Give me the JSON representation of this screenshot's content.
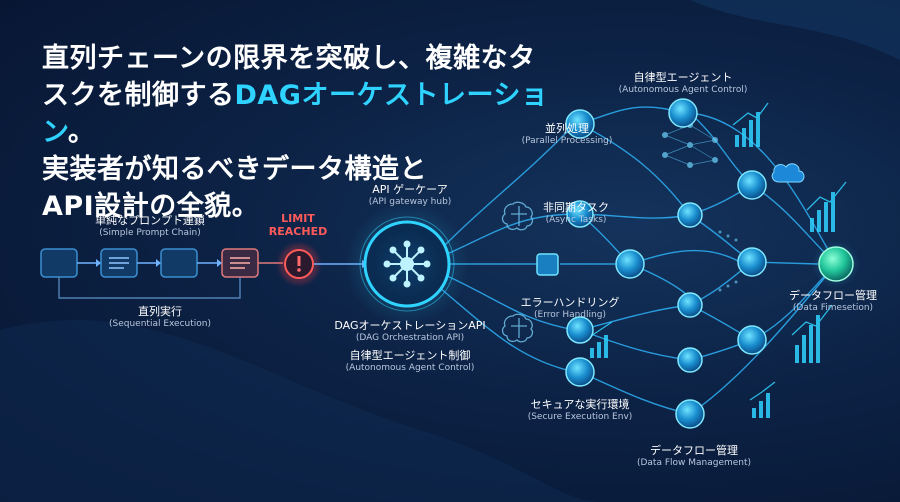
{
  "headline": {
    "line1": "直列チェーンの限界を突破し、複雑なタ",
    "line2_pre": "スクを制御する",
    "line2_highlight": "DAGオーケストレーション",
    "line2_post": "。",
    "line3": "実装者が知るべきデータ構造と",
    "line4": "API設計の全貌。"
  },
  "labels": {
    "simple_chain": {
      "ja": "単純なプロンプト連鎖",
      "en": "(Simple Prompt Chain)"
    },
    "sequential": {
      "ja": "直列実行",
      "en": "(Sequential Execution)"
    },
    "limit": {
      "line1": "LIMIT",
      "line2": "REACHED"
    },
    "api_gateway": {
      "ja": "API ゲーケーア",
      "en": "(API gateway hub)"
    },
    "dag_api": {
      "ja": "DAGオーケストレーションAPI",
      "en": "(DAG Orchestration API)"
    },
    "agent_control_bottom": {
      "ja": "自律型エージェント制御",
      "en": "(Autonomous Agent Control)"
    },
    "parallel": {
      "ja": "並列処理",
      "en": "(Parallel Processing)"
    },
    "async": {
      "ja": "非同期タスク",
      "en": "(Async Tasks)"
    },
    "error": {
      "ja": "エラーハンドリング",
      "en": "(Error Handling)"
    },
    "secure": {
      "ja": "セキュアな実行環境",
      "en": "(Secure Execution Env)"
    },
    "agent_control_top": {
      "ja": "自律型エージェント",
      "en": "(Autonomous Agent Control)"
    },
    "dataflow_right": {
      "ja": "データフロー管理",
      "en": "(Data Fimesetion)"
    },
    "dataflow_bottom": {
      "ja": "データフロー管理",
      "en": "(Data Flow Management)"
    }
  },
  "colors": {
    "accent": "#2fd3ff",
    "limit": "#ff5a5a",
    "node": "#1aa6e0",
    "end_node": "#2fe0b0"
  }
}
